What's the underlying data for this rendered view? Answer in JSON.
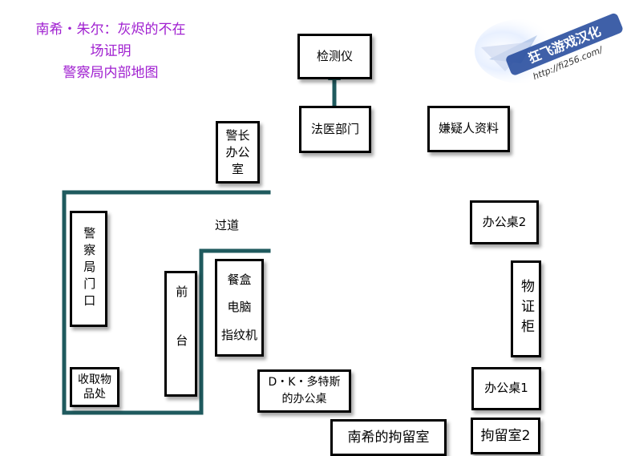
{
  "title": {
    "line1": "南希・朱尔：灰烬的不在",
    "line2": "场证明",
    "line3": "警察局内部地图"
  },
  "logo": {
    "name": "狂飞游戏汉化",
    "url": "http://fi256.com/"
  },
  "rooms": {
    "detector": "检测仪",
    "forensics": "法医部门",
    "suspect_files": "嫌疑人资料",
    "chief_office": "警长办公室",
    "hallway": "过道",
    "desk2": "办公桌2",
    "entrance": "警察局门口",
    "reception": "前台",
    "lunchbox": "餐盒",
    "computer": "电脑",
    "fingerprint": "指纹机",
    "evidence_cabinet": "物证柜",
    "pickup": "收取物品处",
    "dk_desk": "D・K・多特斯的办公桌",
    "desk1": "办公桌1",
    "nancy_cell": "南希的拘留室",
    "cell2": "拘留室2"
  },
  "colors": {
    "wall": "#1f5a5e",
    "title": "#a020d0"
  }
}
